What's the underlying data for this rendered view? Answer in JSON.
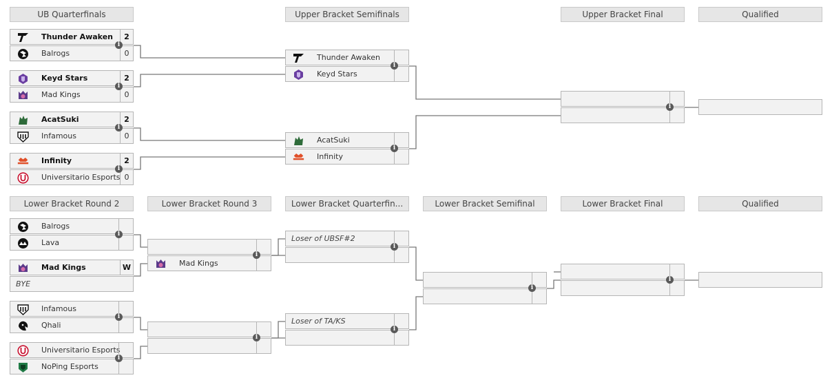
{
  "headers": {
    "ub_quarterfinals": "UB Quarterfinals",
    "ub_semifinals": "Upper Bracket Semifinals",
    "ub_final": "Upper Bracket Final",
    "ub_qualified": "Qualified",
    "lb_round2": "Lower Bracket Round 2",
    "lb_round3": "Lower Bracket Round 3",
    "lb_quarterfinals": "Lower Bracket Quarterfin...",
    "lb_semifinal": "Lower Bracket Semifinal",
    "lb_final": "Lower Bracket Final",
    "lb_qualified": "Qualified"
  },
  "ub_qf": [
    {
      "t1": "Thunder Awaken",
      "s1": "2",
      "t2": "Balrogs",
      "s2": "0"
    },
    {
      "t1": "Keyd Stars",
      "s1": "2",
      "t2": "Mad Kings",
      "s2": "0"
    },
    {
      "t1": "AcatSuki",
      "s1": "2",
      "t2": "Infamous",
      "s2": "0"
    },
    {
      "t1": "Infinity",
      "s1": "2",
      "t2": "Universitario Esports",
      "s2": "0"
    }
  ],
  "ub_sf": [
    {
      "t1": "Thunder Awaken",
      "t2": "Keyd Stars"
    },
    {
      "t1": "AcatSuki",
      "t2": "Infinity"
    }
  ],
  "lb_r2": [
    {
      "t1": "Balrogs",
      "t2": "Lava"
    },
    {
      "t1": "Mad Kings",
      "s1": "W",
      "t2": "BYE"
    },
    {
      "t1": "Infamous",
      "t2": "Qhali"
    },
    {
      "t1": "Universitario Esports",
      "t2": "NoPing Esports"
    }
  ],
  "lb_r3": [
    {
      "t2": "Mad Kings"
    }
  ],
  "lb_qf": [
    {
      "t1": "Loser of UBSF#2"
    },
    {
      "t1": "Loser of TA/KS"
    }
  ],
  "icons": {
    "info": "i"
  },
  "colors": {
    "slot_bg": "#f2f2f2",
    "border": "#b5b5b5",
    "header_bg": "#e6e6e6",
    "lines": "#777777",
    "keyd": "#6a3ea1",
    "infinity": "#e0502a",
    "universitario": "#c8102e",
    "acatsuki": "#2e6b3a",
    "noping": "#1f7a45",
    "madkings": "#5b3a8a"
  }
}
